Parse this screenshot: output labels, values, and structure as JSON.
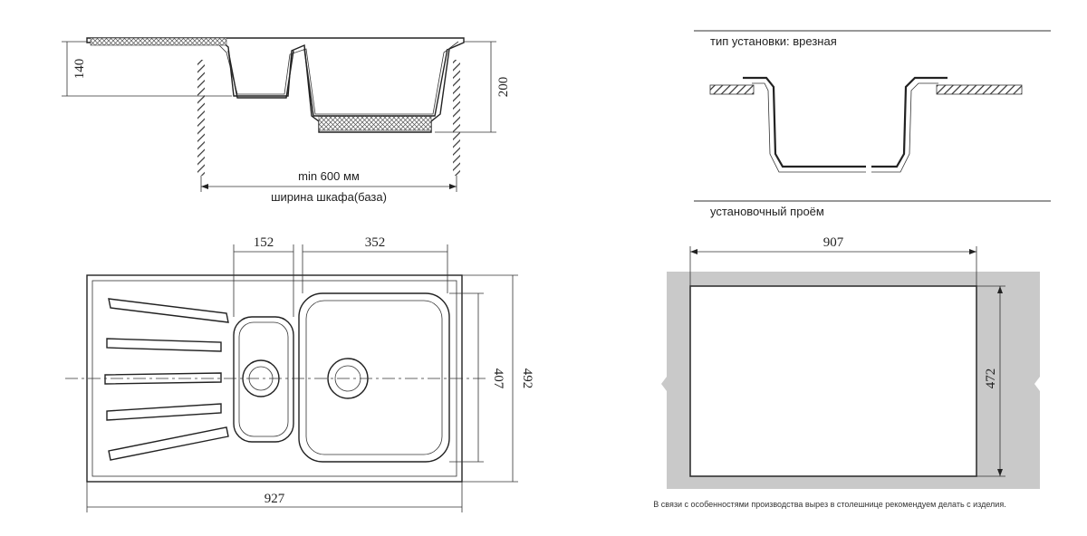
{
  "side_view": {
    "dim_depth_small": "140",
    "dim_depth_large": "200",
    "dim_min_width": "min 600 мм",
    "dim_cabinet": "ширина шкафа(база)"
  },
  "plan_view": {
    "dim_small_bowl": "152",
    "dim_large_bowl": "352",
    "dim_bowl_height": "407",
    "dim_total_height": "492",
    "dim_total_width": "927"
  },
  "install_type": {
    "label": "тип установки: врезная"
  },
  "cutout": {
    "label": "установочный проём",
    "dim_width": "907",
    "dim_height": "472",
    "note": "В связи с особенностями производства вырез в столешнице рекомендуем делать с изделия."
  }
}
